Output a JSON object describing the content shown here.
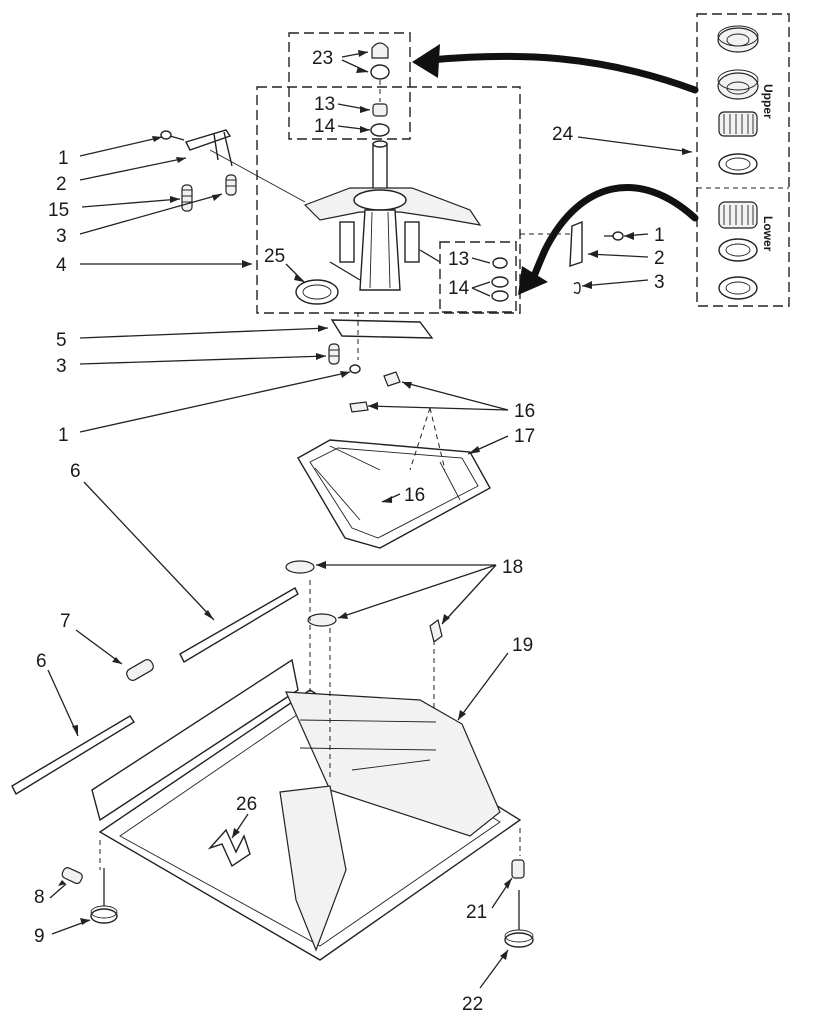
{
  "diagram": {
    "callouts": {
      "c1a": "1",
      "c2a": "2",
      "c15": "15",
      "c3a": "3",
      "c4": "4",
      "c23": "23",
      "c13a": "13",
      "c14a": "14",
      "c24": "24",
      "c25": "25",
      "c13b": "13",
      "c14b": "14",
      "c1b": "1",
      "c2b": "2",
      "c3b": "3",
      "c5": "5",
      "c3c": "3",
      "c1c": "1",
      "c16a": "16",
      "c17": "17",
      "c16b": "16",
      "c6a": "6",
      "c18": "18",
      "c7": "7",
      "c6b": "6",
      "c19": "19",
      "c26": "26",
      "c8": "8",
      "c9": "9",
      "c21": "21",
      "c22": "22"
    },
    "bearing_labels": {
      "upper": "Upper",
      "lower": "Lower"
    }
  }
}
